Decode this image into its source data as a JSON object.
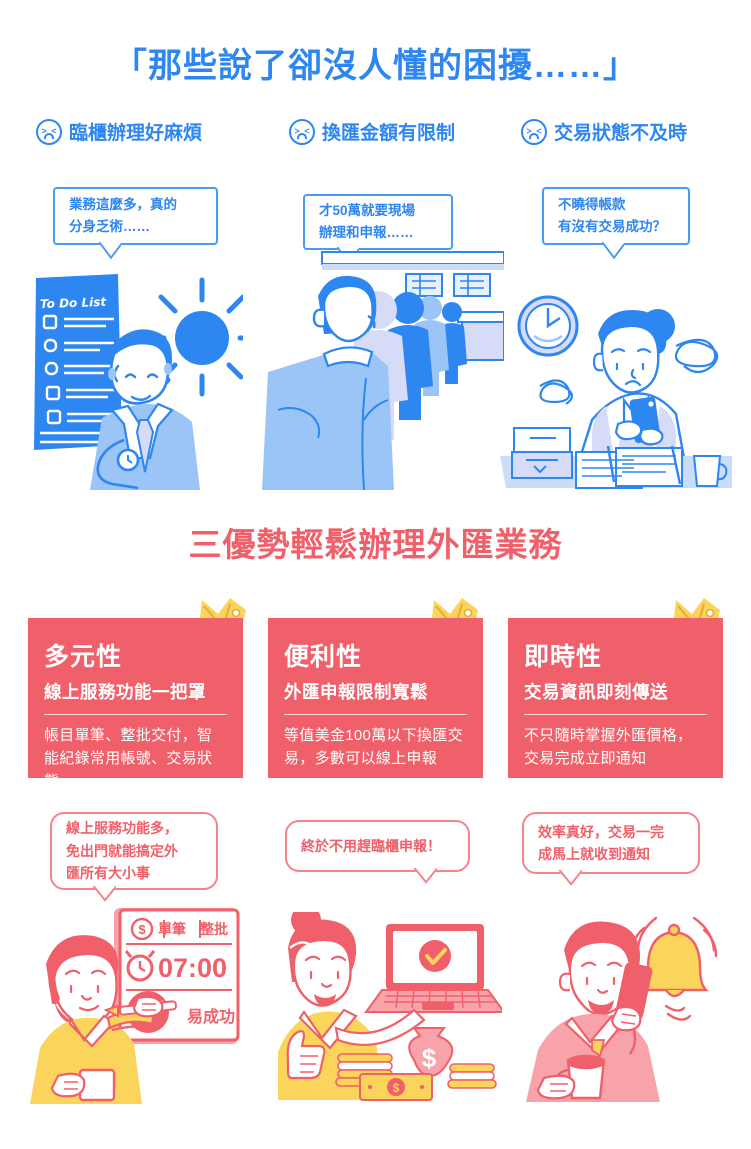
{
  "colors": {
    "blue": "#2E86F0",
    "blue_light": "#9CC5F7",
    "blue_pale": "#D6DCF7",
    "red": "#F0606A",
    "red_light": "#F7A3A9",
    "red_pale": "#FBDDDE",
    "yellow": "#FBD45C",
    "white": "#FFFFFF"
  },
  "top": {
    "title": "「那些說了卻沒人懂的困擾……」",
    "pain_points": [
      {
        "icon": "sad-face-icon",
        "label": "臨櫃辦理好麻煩"
      },
      {
        "icon": "sad-face-icon",
        "label": "換匯金額有限制"
      },
      {
        "icon": "sad-face-icon",
        "label": "交易狀態不及時"
      }
    ],
    "bubbles": [
      {
        "line1": "業務這麼多，真的",
        "line2": "分身乏術……"
      },
      {
        "line1": "才50萬就要現場",
        "line2": "辦理和申報……"
      },
      {
        "line1": "不曉得帳款",
        "line2": "有沒有交易成功？"
      }
    ],
    "illustration_labels": {
      "todo_list": "To Do List"
    }
  },
  "middle": {
    "section_title": "三優勢輕鬆辦理外匯業務",
    "cards": [
      {
        "icon": "crown-icon",
        "title": "多元性",
        "subtitle": "線上服務功能一把罩",
        "body": "帳目單筆、整批交付，智能紀錄常用帳號、交易狀態"
      },
      {
        "icon": "crown-icon",
        "title": "便利性",
        "subtitle": "外匯申報限制寬鬆",
        "body": "等值美金100萬以下換匯交易，多數可以線上申報"
      },
      {
        "icon": "crown-icon",
        "title": "即時性",
        "subtitle": "交易資訊即刻傳送",
        "body": "不只隨時掌握外匯價格，交易完成立即通知"
      }
    ]
  },
  "bottom": {
    "bubbles": [
      {
        "line1": "線上服務功能多，",
        "line2": "免出門就能搞定外",
        "line3": "匯所有大小事"
      },
      {
        "line1": "終於不用趕臨櫃申報！",
        "line2": "",
        "line3": ""
      },
      {
        "line1": "效率真好，交易一完",
        "line2": "成馬上就收到通知",
        "line3": ""
      }
    ],
    "phone_panel": {
      "dollar_icon": "dollar-circle-icon",
      "tab_single": "單筆",
      "tab_batch": "整批",
      "clock_icon": "alarm-clock-icon",
      "time": "07:00",
      "check_icon": "check-circle-icon",
      "status": "易成功"
    },
    "laptop": {
      "icon": "check-circle-icon",
      "money_icon": "money-bag-icon",
      "coin_symbol": "$"
    },
    "notify": {
      "icon": "bell-icon"
    }
  }
}
